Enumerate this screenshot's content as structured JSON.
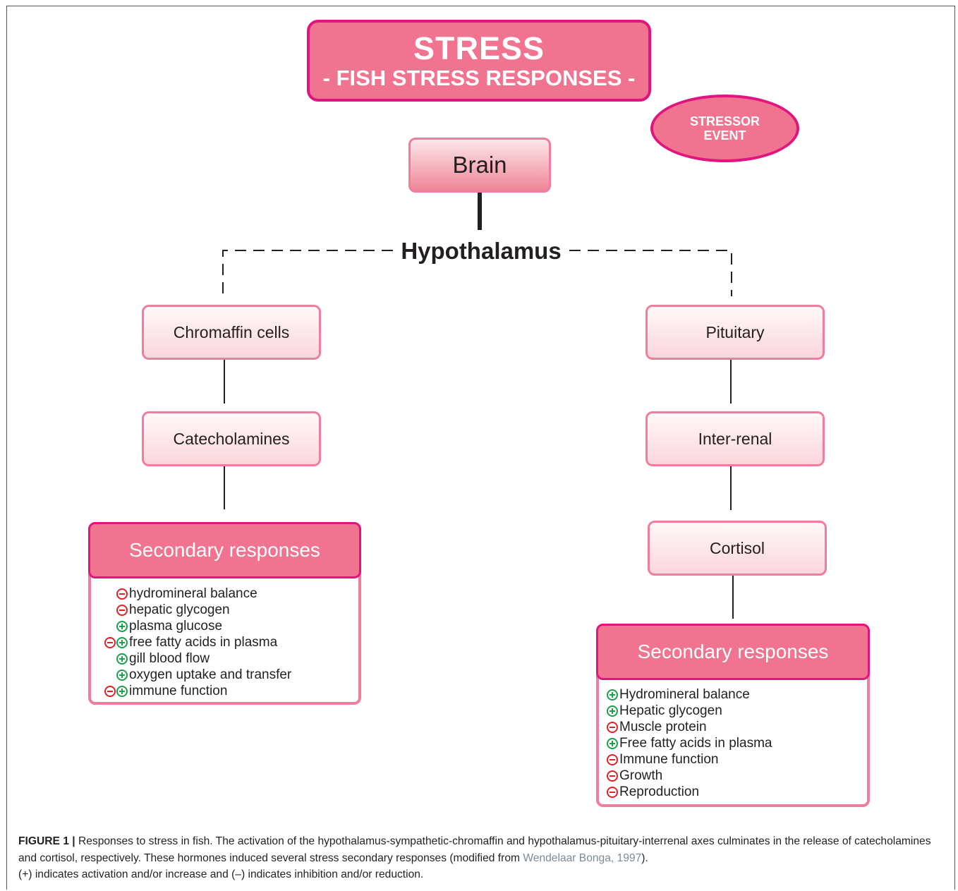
{
  "title": {
    "main": "STRESS",
    "sub": "- FISH STRESS RESPONSES -"
  },
  "stressor": {
    "line1": "STRESSOR",
    "line2": "EVENT"
  },
  "brain": "Brain",
  "hypothalamus": "Hypothalamus",
  "left_axis": {
    "nodes": [
      "Chromaffin cells",
      "Catecholamines"
    ],
    "secondary": {
      "heading": "Secondary responses",
      "items": [
        {
          "signs": [
            "minus"
          ],
          "text": "hydromineral balance"
        },
        {
          "signs": [
            "minus"
          ],
          "text": "hepatic glycogen"
        },
        {
          "signs": [
            "plus"
          ],
          "text": "plasma glucose"
        },
        {
          "signs": [
            "minus",
            "plus"
          ],
          "text": "free fatty acids in plasma"
        },
        {
          "signs": [
            "plus"
          ],
          "text": "gill blood flow"
        },
        {
          "signs": [
            "plus"
          ],
          "text": "oxygen uptake and transfer"
        },
        {
          "signs": [
            "minus",
            "plus"
          ],
          "text": "immune function"
        }
      ]
    }
  },
  "right_axis": {
    "nodes": [
      "Pituitary",
      "Inter-renal",
      "Cortisol"
    ],
    "secondary": {
      "heading": "Secondary responses",
      "items": [
        {
          "signs": [
            "plus"
          ],
          "text": "Hydromineral balance"
        },
        {
          "signs": [
            "plus"
          ],
          "text": "Hepatic glycogen"
        },
        {
          "signs": [
            "minus"
          ],
          "text": "Muscle protein"
        },
        {
          "signs": [
            "plus"
          ],
          "text": "Free fatty acids in plasma"
        },
        {
          "signs": [
            "minus"
          ],
          "text": "Immune function"
        },
        {
          "signs": [
            "minus"
          ],
          "text": "Growth"
        },
        {
          "signs": [
            "minus"
          ],
          "text": "Reproduction"
        }
      ]
    }
  },
  "caption": {
    "label": "FIGURE 1 |",
    "text1": " Responses to stress in fish. The activation of the hypothalamus-sympathetic-chromaffin and hypothalamus-pituitary-interrenal axes culminates in the release of catecholamines and cortisol, respectively. These hormones induced several stress secondary responses (modified from ",
    "ref": "Wendelaar Bonga, 1997",
    "text2": ").",
    "line2": "(+) indicates activation and/or increase and (–) indicates inhibition and/or reduction."
  },
  "colors": {
    "magenta_border": "#e0157f",
    "pink_fill": "#f0738f",
    "light_pink_border": "#ee7e9c",
    "plus_green": "#1aa04a",
    "minus_red": "#e41f26"
  }
}
